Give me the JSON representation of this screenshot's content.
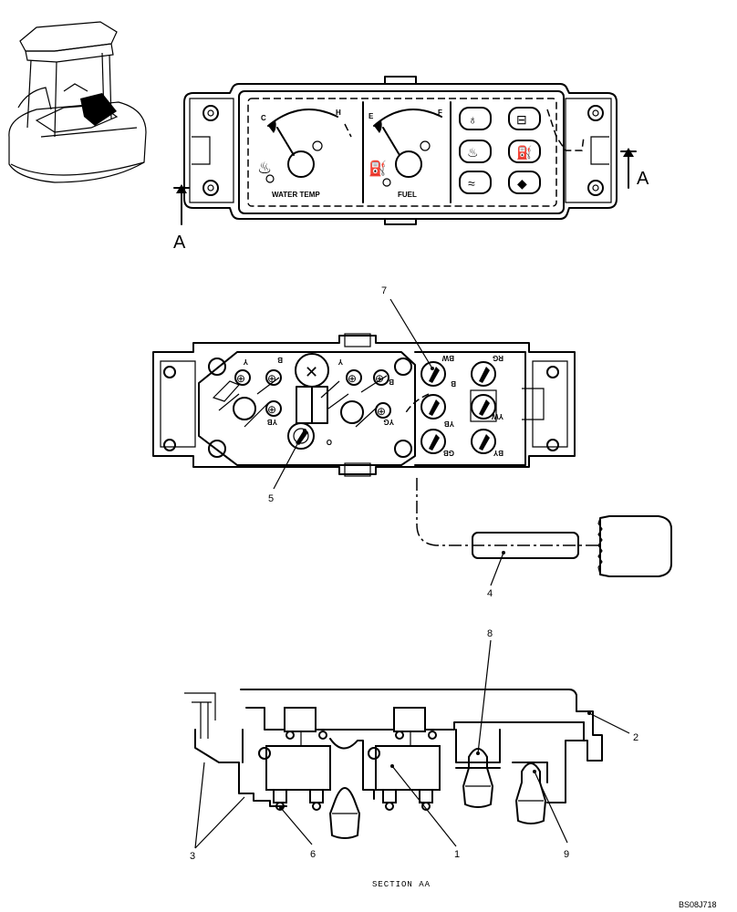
{
  "views": {
    "front": {
      "water_gauge": {
        "label": "WATER TEMP",
        "low": "C",
        "high": "H"
      },
      "fuel_gauge": {
        "label": "FUEL",
        "low": "E",
        "high": "F"
      },
      "section_markers": [
        "A",
        "A"
      ],
      "indicator_icons": [
        "engine-oil-pressure-icon",
        "battery-charge-icon",
        "coolant-temperature-icon",
        "fuel-level-icon",
        "air-filter-icon",
        "hydraulic-oil-icon"
      ]
    },
    "back": {
      "wire_codes": [
        "Y",
        "B",
        "Y",
        "B",
        "YB",
        "YG",
        "O",
        "BW",
        "RG",
        "B",
        "YB",
        "YW",
        "GB",
        "BY"
      ]
    },
    "section_title": "SECTION AA"
  },
  "callouts": [
    "1",
    "2",
    "3",
    "4",
    "5",
    "6",
    "7",
    "8",
    "9"
  ],
  "drawing_ref": "BS08J718"
}
